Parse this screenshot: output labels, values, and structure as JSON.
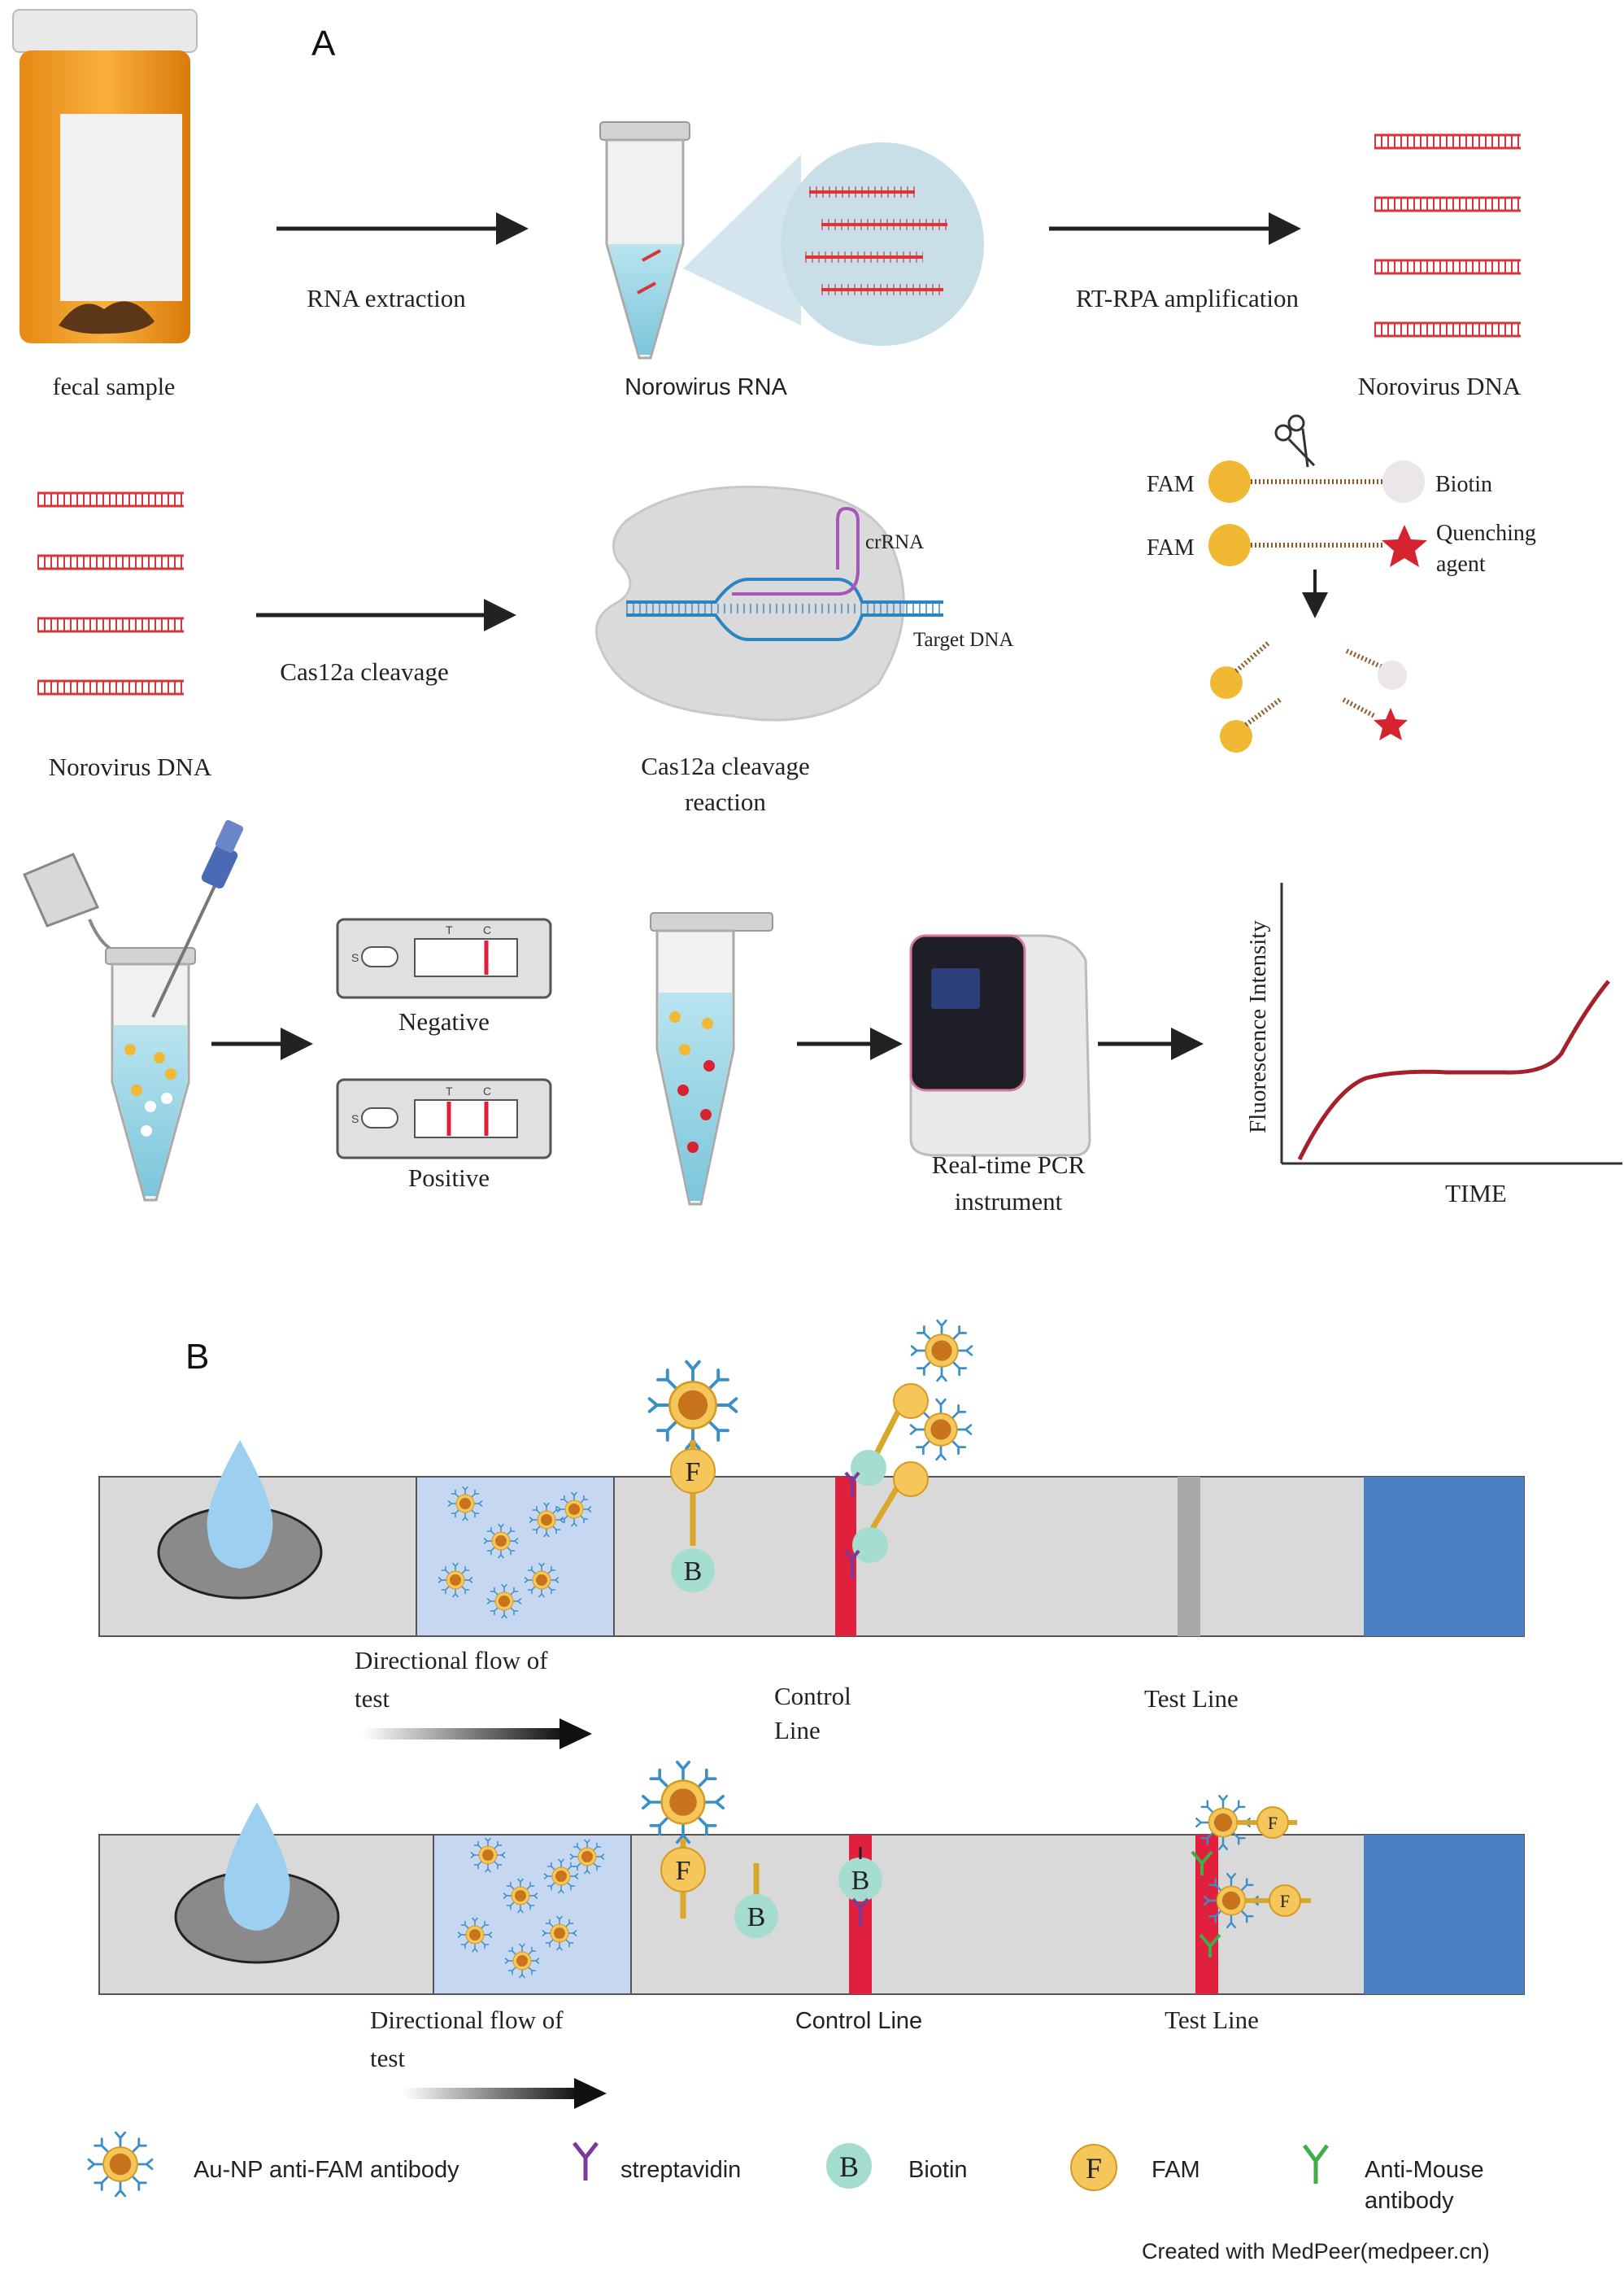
{
  "panel_a": {
    "label": "A",
    "row1": {
      "fecal_sample": "fecal sample",
      "rna_extraction": "RNA extraction",
      "norowirus_rna": "Norowirus RNA",
      "rt_rpa": "RT-RPA amplification",
      "norovirus_dna": "Norovirus DNA"
    },
    "row2": {
      "norovirus_dna": "Norovirus DNA",
      "cas12a_cleavage": "Cas12a cleavage",
      "crrna": "crRNA",
      "target_dna": "Target DNA",
      "reaction_line1": "Cas12a cleavage",
      "reaction_line2": "reaction",
      "fam1": "FAM",
      "biotin": "Biotin",
      "fam2": "FAM",
      "quenching_line1": "Quenching",
      "quenching_line2": "agent"
    },
    "row3": {
      "strip_s": "S",
      "strip_t": "T",
      "strip_c": "C",
      "negative": "Negative",
      "positive": "Positive",
      "pcr_line1": "Real-time PCR",
      "pcr_line2": "instrument",
      "y_axis": "Fluorescence Intensity",
      "x_axis": "TIME"
    }
  },
  "panel_b": {
    "label": "B",
    "strip1": {
      "flow_line1": "Directional flow of",
      "flow_line2": "test",
      "control_line1": "Control",
      "control_line2": "Line",
      "test_line": "Test Line"
    },
    "strip2": {
      "flow_line1": "Directional flow of",
      "flow_line2": "test",
      "control_line": "Control Line",
      "test_line": "Test Line"
    },
    "letters": {
      "F": "F",
      "B": "B"
    }
  },
  "legend": {
    "au_np": "Au-NP anti-FAM antibody",
    "streptavidin": "streptavidin",
    "biotin_letter": "B",
    "biotin": "Biotin",
    "fam_letter": "F",
    "fam": "FAM",
    "anti_mouse_line1": "Anti-Mouse",
    "anti_mouse_line2": "antibody"
  },
  "credit": "Created with MedPeer(medpeer.cn)",
  "colors": {
    "red_line": "#e0203c",
    "strip_grey": "#d9d9d9",
    "pad_blue": "#4a7fc4",
    "conjugate_pad": "#c6d7f2",
    "gold": "#f1b833",
    "dna_red": "#d6353b",
    "antibody_blue": "#3a8fc9",
    "biotin_green": "#a5dcd0",
    "streptavidin_purple": "#7b3a9a",
    "anti_mouse_green": "#3fae49"
  }
}
